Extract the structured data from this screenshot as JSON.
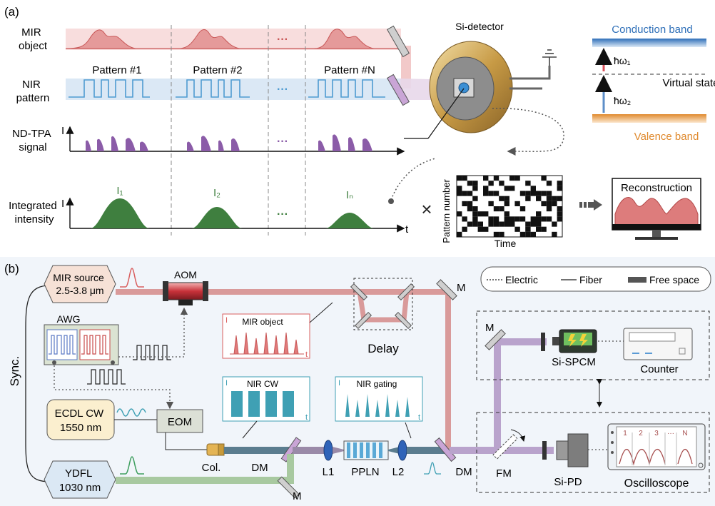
{
  "panel_a": {
    "label": "(a)",
    "rows": {
      "mir_object": [
        "MIR",
        "object"
      ],
      "nir_pattern": [
        "NIR",
        "pattern"
      ],
      "ndtpa_signal": [
        "ND-TPA",
        "signal"
      ],
      "integrated_intensity": [
        "Integrated",
        "intensity"
      ]
    },
    "patterns": [
      "Pattern #1",
      "Pattern #2",
      "Pattern #N"
    ],
    "ellipsis": "···",
    "axis_I": "I",
    "axis_t": "t",
    "intensities": [
      "I₁",
      "I₂",
      "Iₙ"
    ],
    "si_detector": "Si-detector",
    "bands": {
      "conduction": "Conduction band",
      "virtual": "Virtual state",
      "valence": "Valence band",
      "hw1": "ħω₁",
      "hw2": "ħω₂"
    },
    "times": "×",
    "matrix": {
      "ylabel": "Pattern number",
      "xlabel": "Time"
    },
    "reconstruction": "Reconstruction",
    "colors": {
      "mir": "#d95f5f",
      "mir_fill": "#f5d3d3",
      "nir": "#5ba7d6",
      "nir_fill": "#dbeaf6",
      "tpa": "#8b5ca8",
      "integrated": "#3f7f3f",
      "conduction": "#2e6fb8",
      "valence": "#e08a2e"
    }
  },
  "panel_b": {
    "label": "(b)",
    "legend": {
      "electric": "Electric",
      "fiber": "Fiber",
      "free_space": "Free space"
    },
    "mir_source": [
      "MIR source",
      "2.5-3.8 μm"
    ],
    "aom": "AOM",
    "awg": "AWG",
    "sync": "Sync.",
    "ecdl": [
      "ECDL CW",
      "1550 nm"
    ],
    "eom": "EOM",
    "ydfl": [
      "YDFL",
      "1030 nm"
    ],
    "col": "Col.",
    "dm": "DM",
    "m": "M",
    "l1": "L1",
    "l2": "L2",
    "ppln": "PPLN",
    "fm": "FM",
    "delay": "Delay",
    "si_spcm": "Si-SPCM",
    "counter": "Counter",
    "si_pd": "Si-PD",
    "oscilloscope": "Oscilloscope",
    "osc_labels": [
      "1",
      "2",
      "3",
      "···",
      "N"
    ],
    "insets": {
      "mir_object": "MIR object",
      "nir_cw": "NIR CW",
      "nir_gating": "NIR gating",
      "I": "I",
      "t": "t"
    },
    "colors": {
      "mir_beam": "#d99a9a",
      "nir_beam": "#5b7d8f",
      "green_beam": "#a8c9a0",
      "violet_beam": "#b9a3cc",
      "ecdl_fill": "#fbefcf",
      "ydfl_fill": "#dbe8f4",
      "source_fill": "#f6e1d6"
    }
  }
}
